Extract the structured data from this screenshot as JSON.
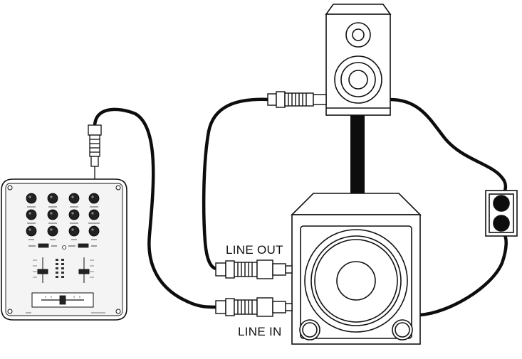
{
  "labels": {
    "line_out": "LINE OUT",
    "line_in": "LINE IN"
  },
  "colors": {
    "stroke": "#111111",
    "cable": "#0d0d0d",
    "background": "#ffffff",
    "panel": "#f4f4f4"
  },
  "components": {
    "mixer": "dj-mixer",
    "satellite": "satellite-speaker",
    "subwoofer": "active-subwoofer",
    "outlet": "power-outlet",
    "pole": "speaker-pole"
  }
}
